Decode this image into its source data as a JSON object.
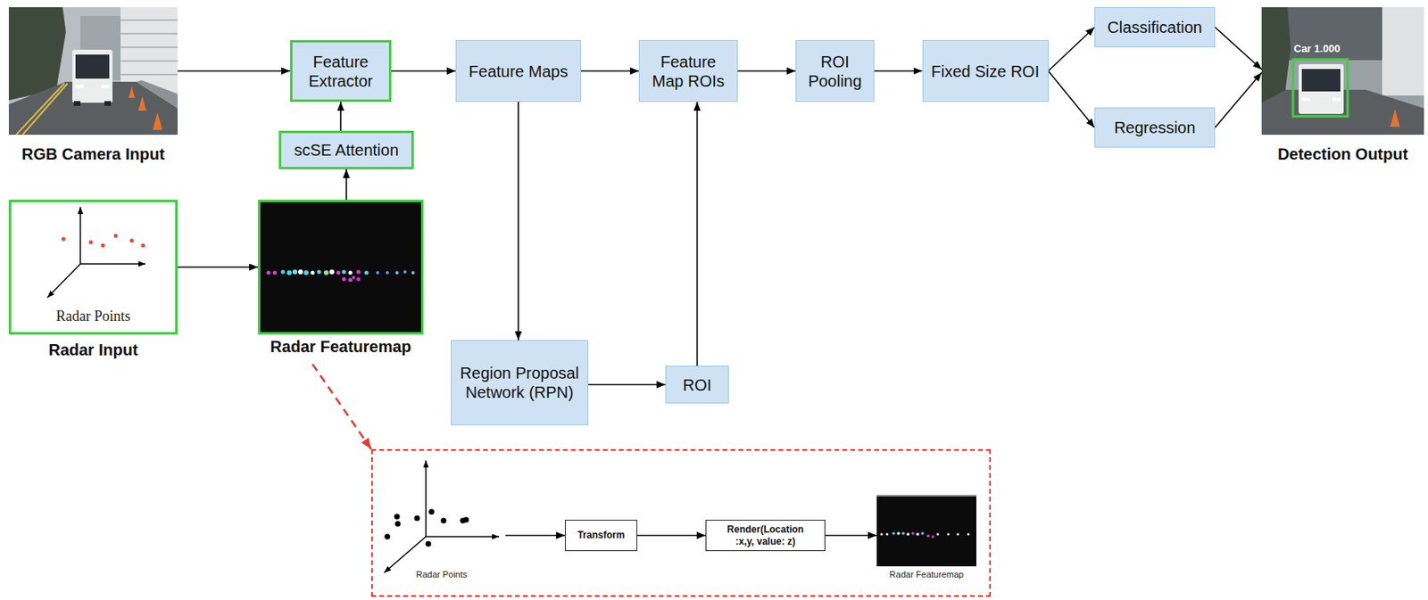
{
  "diagram": {
    "nodes": [
      {
        "text": [
          "RGB Camera Input"
        ]
      },
      {
        "text": [
          "Feature Extractor"
        ]
      },
      {
        "text": [
          "Feature Maps"
        ]
      },
      {
        "text": [
          "Feature Map ROIs"
        ]
      },
      {
        "text": [
          "ROI Pooling"
        ]
      },
      {
        "text": [
          "Fixed Size ROI"
        ]
      },
      {
        "text": [
          "Classification"
        ]
      },
      {
        "text": [
          "Regression"
        ]
      },
      {
        "text": [
          "Car 1.000",
          "Detection Output"
        ]
      },
      {
        "text": [
          "scSE Attention"
        ]
      },
      {
        "text": [
          "Radar Points",
          "Radar Input"
        ]
      },
      {
        "text": [
          "Radar Featuremap"
        ]
      },
      {
        "text": [
          "Region Proposal Network (RPN)"
        ]
      },
      {
        "text": [
          "ROI"
        ]
      },
      {
        "text": []
      },
      {
        "text": [
          "Radar Points"
        ],
        "in": 14
      },
      {
        "text": [
          "Transform"
        ],
        "in": 14
      },
      {
        "text": [
          "Render(Location :x,y, value: z)"
        ],
        "in": 14
      },
      {
        "text": [
          "Radar Featuremap"
        ],
        "in": 14
      }
    ],
    "edges": [
      {
        "from": 0,
        "to": 1,
        "arrow": "to"
      },
      {
        "from": 10,
        "to": 11,
        "arrow": "to"
      },
      {
        "from": 11,
        "to": 9,
        "arrow": "to"
      },
      {
        "from": 9,
        "to": 1,
        "arrow": "to"
      },
      {
        "from": 1,
        "to": 2,
        "arrow": "to"
      },
      {
        "from": 2,
        "to": 3,
        "arrow": "to"
      },
      {
        "from": 3,
        "to": 4,
        "arrow": "to"
      },
      {
        "from": 4,
        "to": 5,
        "arrow": "to"
      },
      {
        "from": 5,
        "to": 6,
        "arrow": "to"
      },
      {
        "from": 5,
        "to": 7,
        "arrow": "to"
      },
      {
        "from": 6,
        "to": 8,
        "arrow": "to"
      },
      {
        "from": 7,
        "to": 8,
        "arrow": "to"
      },
      {
        "from": 2,
        "to": 12,
        "arrow": "to"
      },
      {
        "from": 12,
        "to": 13,
        "arrow": "to"
      },
      {
        "from": 13,
        "to": 3,
        "arrow": "to"
      },
      {
        "from": 11,
        "to": 14,
        "arrow": "to"
      },
      {
        "from": 15,
        "to": 16,
        "arrow": "to"
      },
      {
        "from": 16,
        "to": 17,
        "arrow": "to"
      },
      {
        "from": 17,
        "to": 18,
        "arrow": "to"
      }
    ]
  }
}
